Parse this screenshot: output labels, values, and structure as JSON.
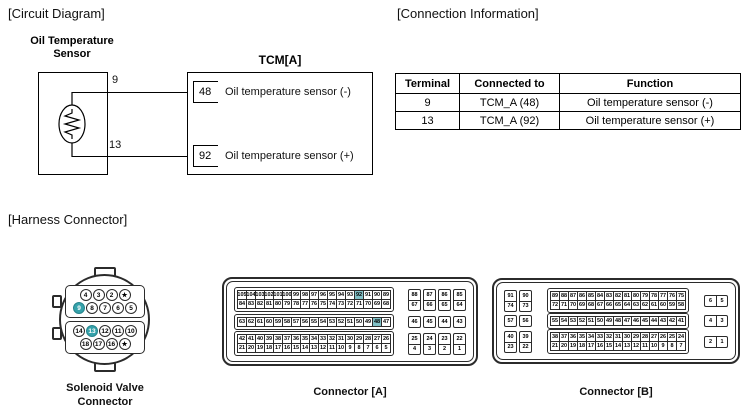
{
  "colors": {
    "highlight_cell": "#80c0c6",
    "highlight_pin": "#35a2ab",
    "line": "#000000"
  },
  "circuit": {
    "section_label": "[Circuit Diagram]",
    "sensor_label_line1": "Oil Temperature",
    "sensor_label_line2": "Sensor",
    "tcm_label": "TCM[A]",
    "wires": [
      {
        "terminal": "9",
        "pin": "48",
        "function": "Oil temperature sensor (-)"
      },
      {
        "terminal": "13",
        "pin": "92",
        "function": "Oil temperature sensor (+)"
      }
    ]
  },
  "connection_info": {
    "section_label": "[Connection Information]",
    "headers": [
      "Terminal",
      "Connected to",
      "Function"
    ],
    "rows": [
      [
        "9",
        "TCM_A (48)",
        "Oil temperature sensor (-)"
      ],
      [
        "13",
        "TCM_A (92)",
        "Oil temperature sensor (+)"
      ]
    ]
  },
  "harness": {
    "section_label": "[Harness Connector]",
    "solenoid": {
      "label_line1": "Solenoid Valve",
      "label_line2": "Connector",
      "rows": [
        [
          "4",
          "3",
          "2",
          "★"
        ],
        [
          "9",
          "8",
          "7",
          "6",
          "5"
        ],
        [
          "14",
          "13",
          "12",
          "11",
          "10"
        ],
        [
          "18",
          "17",
          "16",
          "★"
        ]
      ],
      "highlighted": [
        "9",
        "13"
      ]
    },
    "connector_a": {
      "label": "Connector [A]",
      "main_rows": [
        [
          "105",
          "104",
          "103",
          "102",
          "101",
          "100",
          "99",
          "98",
          "97",
          "96",
          "95",
          "94",
          "93",
          "92",
          "91",
          "90",
          "89"
        ],
        [
          "84",
          "83",
          "82",
          "81",
          "80",
          "79",
          "78",
          "77",
          "76",
          "75",
          "74",
          "73",
          "72",
          "71",
          "70",
          "69",
          "68"
        ],
        [
          "63",
          "62",
          "61",
          "60",
          "59",
          "58",
          "57",
          "56",
          "55",
          "54",
          "53",
          "52",
          "51",
          "50",
          "49",
          "48",
          "47"
        ],
        [
          "42",
          "41",
          "40",
          "39",
          "38",
          "37",
          "36",
          "35",
          "34",
          "33",
          "32",
          "31",
          "30",
          "29",
          "28",
          "27",
          "26"
        ],
        [
          "21",
          "20",
          "19",
          "18",
          "17",
          "16",
          "15",
          "14",
          "13",
          "12",
          "11",
          "10",
          "9",
          "8",
          "7",
          "6",
          "5"
        ]
      ],
      "side_rows": [
        [
          "88",
          "87",
          "86",
          "85"
        ],
        [
          "67",
          "66",
          "65",
          "64"
        ],
        [
          "46",
          "45",
          "44",
          "43"
        ],
        [
          "25",
          "24",
          "23",
          "22"
        ],
        [
          "4",
          "3",
          "2",
          "1"
        ]
      ],
      "highlighted": [
        "92",
        "48"
      ]
    },
    "connector_b": {
      "label": "Connector [B]",
      "left_rows": [
        [
          "91",
          "90"
        ],
        [
          "74",
          "73"
        ],
        [
          "57",
          "56"
        ],
        [
          "40",
          "39"
        ],
        [
          "23",
          "22"
        ]
      ],
      "main_rows": [
        [
          "89",
          "88",
          "87",
          "86",
          "85",
          "84",
          "83",
          "82",
          "81",
          "80",
          "79",
          "78",
          "77",
          "76",
          "75"
        ],
        [
          "72",
          "71",
          "70",
          "69",
          "68",
          "67",
          "66",
          "65",
          "64",
          "63",
          "62",
          "61",
          "60",
          "59",
          "58"
        ],
        [
          "55",
          "54",
          "53",
          "52",
          "51",
          "50",
          "49",
          "48",
          "47",
          "46",
          "45",
          "44",
          "43",
          "42",
          "41"
        ],
        [
          "38",
          "37",
          "36",
          "35",
          "34",
          "33",
          "32",
          "31",
          "30",
          "29",
          "28",
          "27",
          "26",
          "25",
          "24"
        ],
        [
          "21",
          "20",
          "19",
          "18",
          "17",
          "16",
          "15",
          "14",
          "13",
          "12",
          "11",
          "10",
          "9",
          "8",
          "7"
        ]
      ],
      "right_rows": [
        [
          "6",
          "5"
        ],
        [
          "4",
          "3"
        ],
        [
          "2",
          "1"
        ]
      ],
      "highlighted": []
    }
  }
}
